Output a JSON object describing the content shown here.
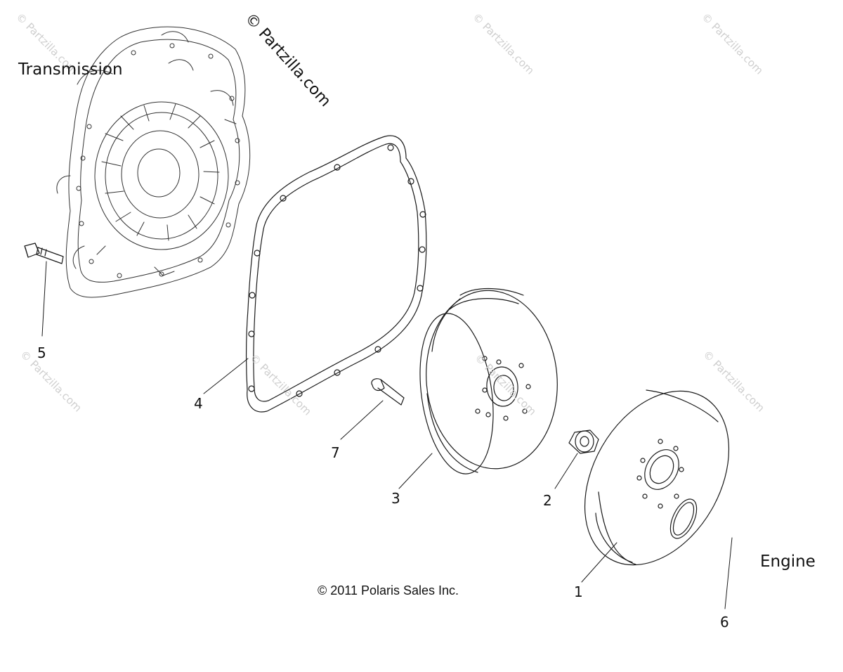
{
  "labels": {
    "transmission": "Transmission",
    "engine": "Engine",
    "copyright": "© 2011 Polaris Sales Inc.",
    "watermark": "© Partzilla.com"
  },
  "callouts": [
    "1",
    "2",
    "3",
    "4",
    "5",
    "6",
    "7"
  ],
  "colors": {
    "line": "#1a1a1a",
    "watermark": "#cfcfcf",
    "background": "#ffffff"
  }
}
